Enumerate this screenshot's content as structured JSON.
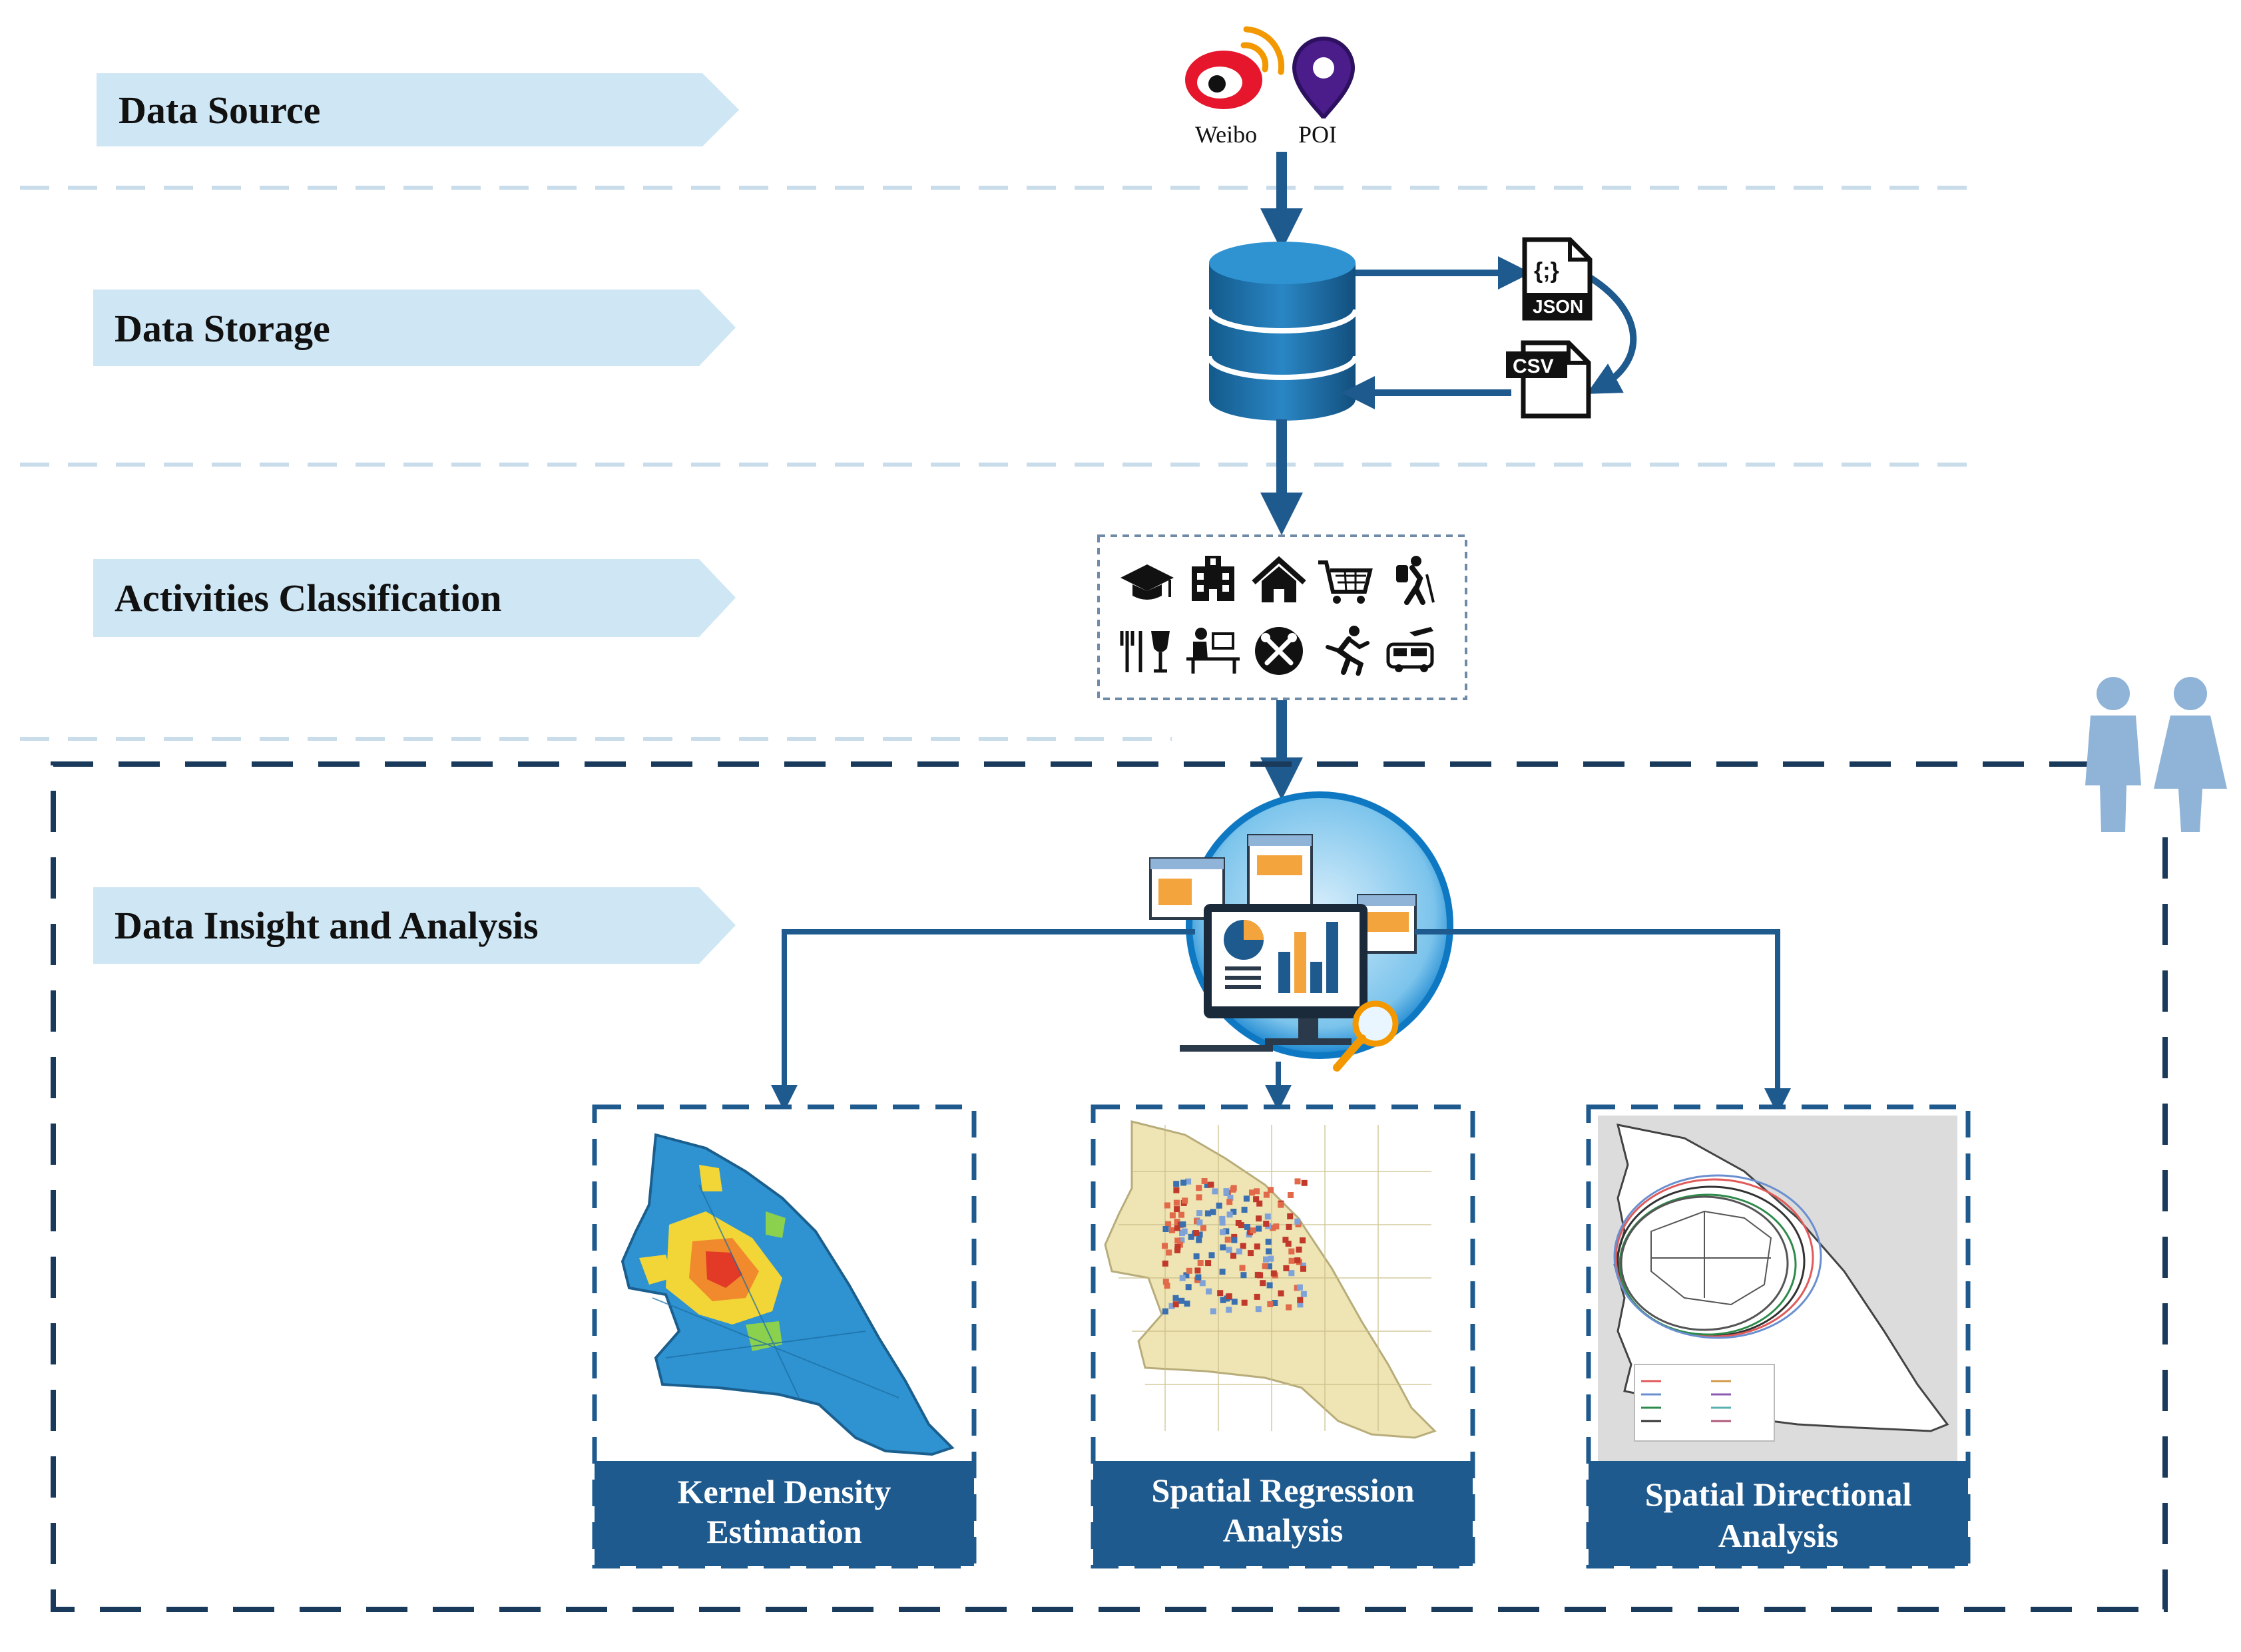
{
  "stages": [
    {
      "id": "source",
      "label": "Data Source"
    },
    {
      "id": "storage",
      "label": "Data Storage"
    },
    {
      "id": "classification",
      "label": "Activities Classification"
    },
    {
      "id": "analysis",
      "label": "Data Insight and Analysis"
    }
  ],
  "sources": {
    "weibo_label": "Weibo",
    "poi_label": "POI"
  },
  "files": {
    "json_label": "JSON",
    "csv_label": "CSV",
    "json_glyph": "{;}"
  },
  "activity_icons": [
    "education-icon",
    "hospital-icon",
    "home-icon",
    "shopping-cart-icon",
    "hiking-icon",
    "dining-icon",
    "work-desk-icon",
    "service-tools-icon",
    "running-icon",
    "travel-icon"
  ],
  "panels": [
    {
      "line1": "Kernel Density",
      "line2": "Estimation",
      "map_icon": "kernel-density-map"
    },
    {
      "line1": "Spatial Regression",
      "line2": "Analysis",
      "map_icon": "spatial-regression-map"
    },
    {
      "line1": "Spatial Directional",
      "line2": "Analysis",
      "map_icon": "spatial-directional-map"
    }
  ],
  "colors": {
    "arrow": "#1f5a8e",
    "stage_fill": "#cfe6f4",
    "divider": "#c9dcea",
    "panel_header": "#1f5a8e",
    "database": "#1c6ea4",
    "people": "#8fb4d8"
  }
}
